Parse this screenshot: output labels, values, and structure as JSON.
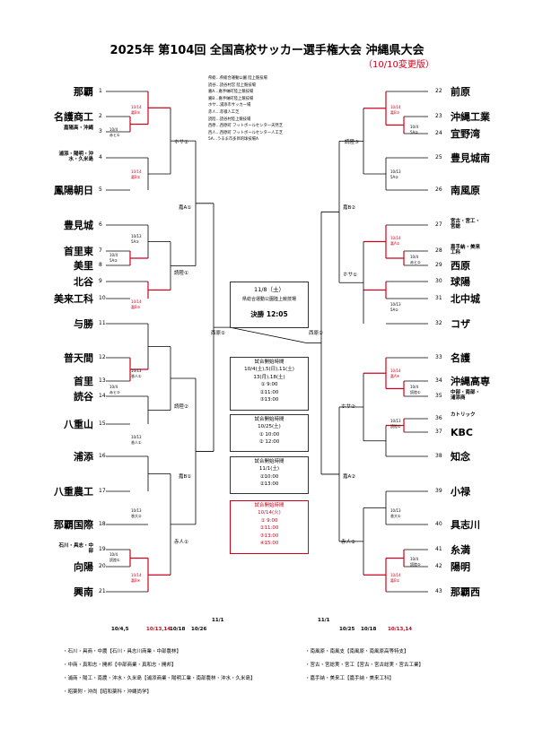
{
  "title": "2025年 第104回 全国高校サッカー選手権大会 沖縄県大会",
  "subtitle": "（10/10変更版）",
  "venues_list": [
    "県総…県総合運動公園 陸上競技場",
    "読谷…読谷村営 陸上競技場",
    "嘉A…嘉手納町陸上競技場",
    "嘉B…嘉手納町陸上競技場",
    "ホサ…浦添市サッカー場",
    "赤人…赤嶺人工芝",
    "読陸…読谷村陸上競技場",
    "西原…西原町 フットボールセンター天然芝",
    "西人…西原町 フットボールセンター人工芝",
    "5A…うるま市多目的球技場A"
  ],
  "left_teams": [
    {
      "num": "1",
      "name": "那覇"
    },
    {
      "num": "2",
      "name": "名護商工"
    },
    {
      "num": "3",
      "name": "嘉陽高・沖縄"
    },
    {
      "num": "4",
      "name": "浦添・陽明・沖水・久米島"
    },
    {
      "num": "5",
      "name": "鳳陽朝日"
    },
    {
      "num": "6",
      "name": "豊見城"
    },
    {
      "num": "7",
      "name": "首里東"
    },
    {
      "num": "8",
      "name": "美里"
    },
    {
      "num": "9",
      "name": "北谷"
    },
    {
      "num": "10",
      "name": "美来工科"
    },
    {
      "num": "11",
      "name": "与勝"
    },
    {
      "num": "12",
      "name": "普天間"
    },
    {
      "num": "13",
      "name": "首里"
    },
    {
      "num": "14",
      "name": "読谷"
    },
    {
      "num": "15",
      "name": "八重山"
    },
    {
      "num": "16",
      "name": "浦添"
    },
    {
      "num": "17",
      "name": "八重農工"
    },
    {
      "num": "18",
      "name": "那覇国際"
    },
    {
      "num": "19",
      "name": "石川・具志・中部"
    },
    {
      "num": "20",
      "name": "向陽"
    },
    {
      "num": "21",
      "name": "興南"
    }
  ],
  "right_teams": [
    {
      "num": "22",
      "name": "前原"
    },
    {
      "num": "23",
      "name": "沖縄工業"
    },
    {
      "num": "24",
      "name": "宜野湾"
    },
    {
      "num": "25",
      "name": "豊見城南"
    },
    {
      "num": "26",
      "name": "南風原"
    },
    {
      "num": "27",
      "name": "宮古・宮工・宮総"
    },
    {
      "num": "28",
      "name": "嘉手納・美来工科"
    },
    {
      "num": "29",
      "name": "西原"
    },
    {
      "num": "30",
      "name": "球陽"
    },
    {
      "num": "31",
      "name": "北中城"
    },
    {
      "num": "32",
      "name": "コザ"
    },
    {
      "num": "33",
      "name": "名護"
    },
    {
      "num": "34",
      "name": "沖縄高専"
    },
    {
      "num": "35",
      "name": "中部・南部・浦添商"
    },
    {
      "num": "36",
      "name": "カトリック"
    },
    {
      "num": "37",
      "name": "KBC"
    },
    {
      "num": "38",
      "name": "知念"
    },
    {
      "num": "39",
      "name": "小禄"
    },
    {
      "num": "40",
      "name": "具志川"
    },
    {
      "num": "41",
      "name": "糸満"
    },
    {
      "num": "42",
      "name": "陽明"
    },
    {
      "num": "43",
      "name": "那覇西"
    }
  ],
  "match_labels_left": [
    {
      "text": "10/14"
    },
    {
      "text": "嘉B⑤"
    },
    {
      "text": "10/4"
    },
    {
      "text": "赤ヒ①"
    },
    {
      "text": "10/14"
    },
    {
      "text": "嘉B②"
    },
    {
      "text": "10/13"
    },
    {
      "text": "5A③"
    },
    {
      "text": "10/4"
    },
    {
      "text": "5A②"
    },
    {
      "text": "10/14"
    },
    {
      "text": "嘉B③"
    },
    {
      "text": "10/13"
    },
    {
      "text": "香人①"
    },
    {
      "text": "10/4"
    },
    {
      "text": "赤ヒ③"
    },
    {
      "text": "10/13"
    },
    {
      "text": "香人①"
    },
    {
      "text": "10/13"
    },
    {
      "text": "香大②"
    },
    {
      "text": "10/4"
    },
    {
      "text": "読陸①"
    },
    {
      "text": "10/14"
    },
    {
      "text": "嘉B④"
    }
  ],
  "match_labels_right": [
    {
      "text": "10/14"
    },
    {
      "text": "嘉B③"
    },
    {
      "text": "10/4"
    },
    {
      "text": "5A②"
    },
    {
      "text": "10/13"
    },
    {
      "text": "5A②"
    },
    {
      "text": "10/14"
    },
    {
      "text": "嘉A②"
    },
    {
      "text": "10/4"
    },
    {
      "text": "赤ヒ②"
    },
    {
      "text": "10/13"
    },
    {
      "text": "5A①"
    },
    {
      "text": "10/14"
    },
    {
      "text": "嘉A④"
    },
    {
      "text": "10/4"
    },
    {
      "text": "読陸①"
    },
    {
      "text": "10/13"
    },
    {
      "text": "読陸①"
    },
    {
      "text": "10/13"
    },
    {
      "text": "香大①"
    },
    {
      "text": "10/4"
    },
    {
      "text": "読陸②"
    },
    {
      "text": "10/14"
    },
    {
      "text": "嘉B①"
    }
  ],
  "round_venues": {
    "l_hosa1": "ホサ①",
    "l_yomi1": "読陸①",
    "l_kaa1": "嘉A①",
    "l_yomi2": "読陸②",
    "l_kab1": "嘉B①",
    "l_akahito1": "赤人①",
    "l_nishi1": "西原①",
    "r_yomi3": "読陸③",
    "r_kab2": "嘉B②",
    "r_hosa1": "ホサ①",
    "r_hosa2": "ホサ②",
    "r_kaa2": "嘉A②",
    "r_akahito2": "赤人②",
    "r_nishi2": "西原②"
  },
  "final_box": {
    "date": "11/8（土）",
    "venue": "県総合運動公園陸上競技場",
    "label": "決勝 12:05"
  },
  "schedule_boxes": [
    {
      "lines": [
        "試合開始時間",
        "10/4(土),5(日),11(土)",
        "13(月),18(土)",
        "① 9:00",
        "②11:00",
        "③13:00"
      ],
      "red": false
    },
    {
      "lines": [
        "試合開始時間",
        "10/25(土)",
        "① 10:00",
        "② 12:00"
      ],
      "red": false
    },
    {
      "lines": [
        "試合開始時間",
        "11/1(土)",
        "①10:00",
        "②13:00"
      ],
      "red": false
    },
    {
      "lines": [
        "試合開始時間",
        "10/14(火)",
        "① 9:00",
        "②11:00",
        "③13:00",
        "④15:00"
      ],
      "red": true
    }
  ],
  "date_row_left": [
    "10/4,5",
    "10/13,14",
    "10/18",
    "10/26",
    "11/1"
  ],
  "date_row_right": [
    "11/1",
    "10/25",
    "10/18",
    "10/13,14"
  ],
  "footnotes_left": [
    "・石川・具商・中農【石川・具志川商業・中部農林】",
    "・中商・真和志・開邦【中部商業・真和志・開邦】",
    "・浦商・陽工・南農・沖水・久米島【浦添商業・陽明工業・南部農林・沖水・久米島】",
    "・昭薬附・沖尚【昭和薬科・沖縄尚学】"
  ],
  "footnotes_right": [
    "・南風原・南風支【南風原・南風原高等特支】",
    "・宮古・宮総実・宮工【宮古・宮古総実・宮古工業】",
    "・嘉手納・美来工【嘉手納・美来工科】"
  ],
  "colors": {
    "red": "#d0021b",
    "line": "#000000"
  }
}
